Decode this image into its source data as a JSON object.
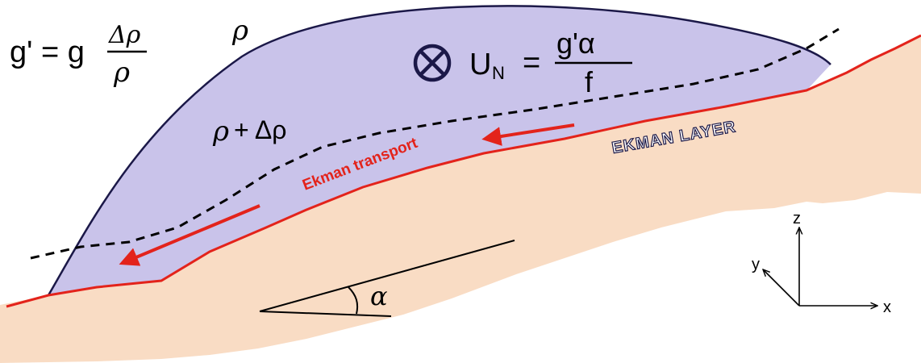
{
  "formulas": {
    "reduced_gravity": {
      "lhs": "g' = g",
      "numerator": "Δρ",
      "denominator": "ρ"
    },
    "ambient_density": "ρ",
    "current_density_rho": "ρ",
    "current_density_rest": "+ Δρ",
    "along_slope_velocity": {
      "symbol": "U",
      "subscript": "N",
      "equals": "=",
      "numerator": "g'α",
      "denominator": "f"
    }
  },
  "labels": {
    "ekman_layer": "EKMAN LAYER",
    "ekman_transport": "Ekman transport",
    "slope_angle": "α"
  },
  "axes": {
    "x": "x",
    "y": "y",
    "z": "z"
  },
  "icons": {
    "into_page": "circle-cross-icon"
  },
  "colors": {
    "dense_water": "#c9c3ea",
    "sediment": "#f9dcc4",
    "bottom_line": "#e3231b",
    "current_outline": "#1b1848",
    "text": "#000000"
  }
}
